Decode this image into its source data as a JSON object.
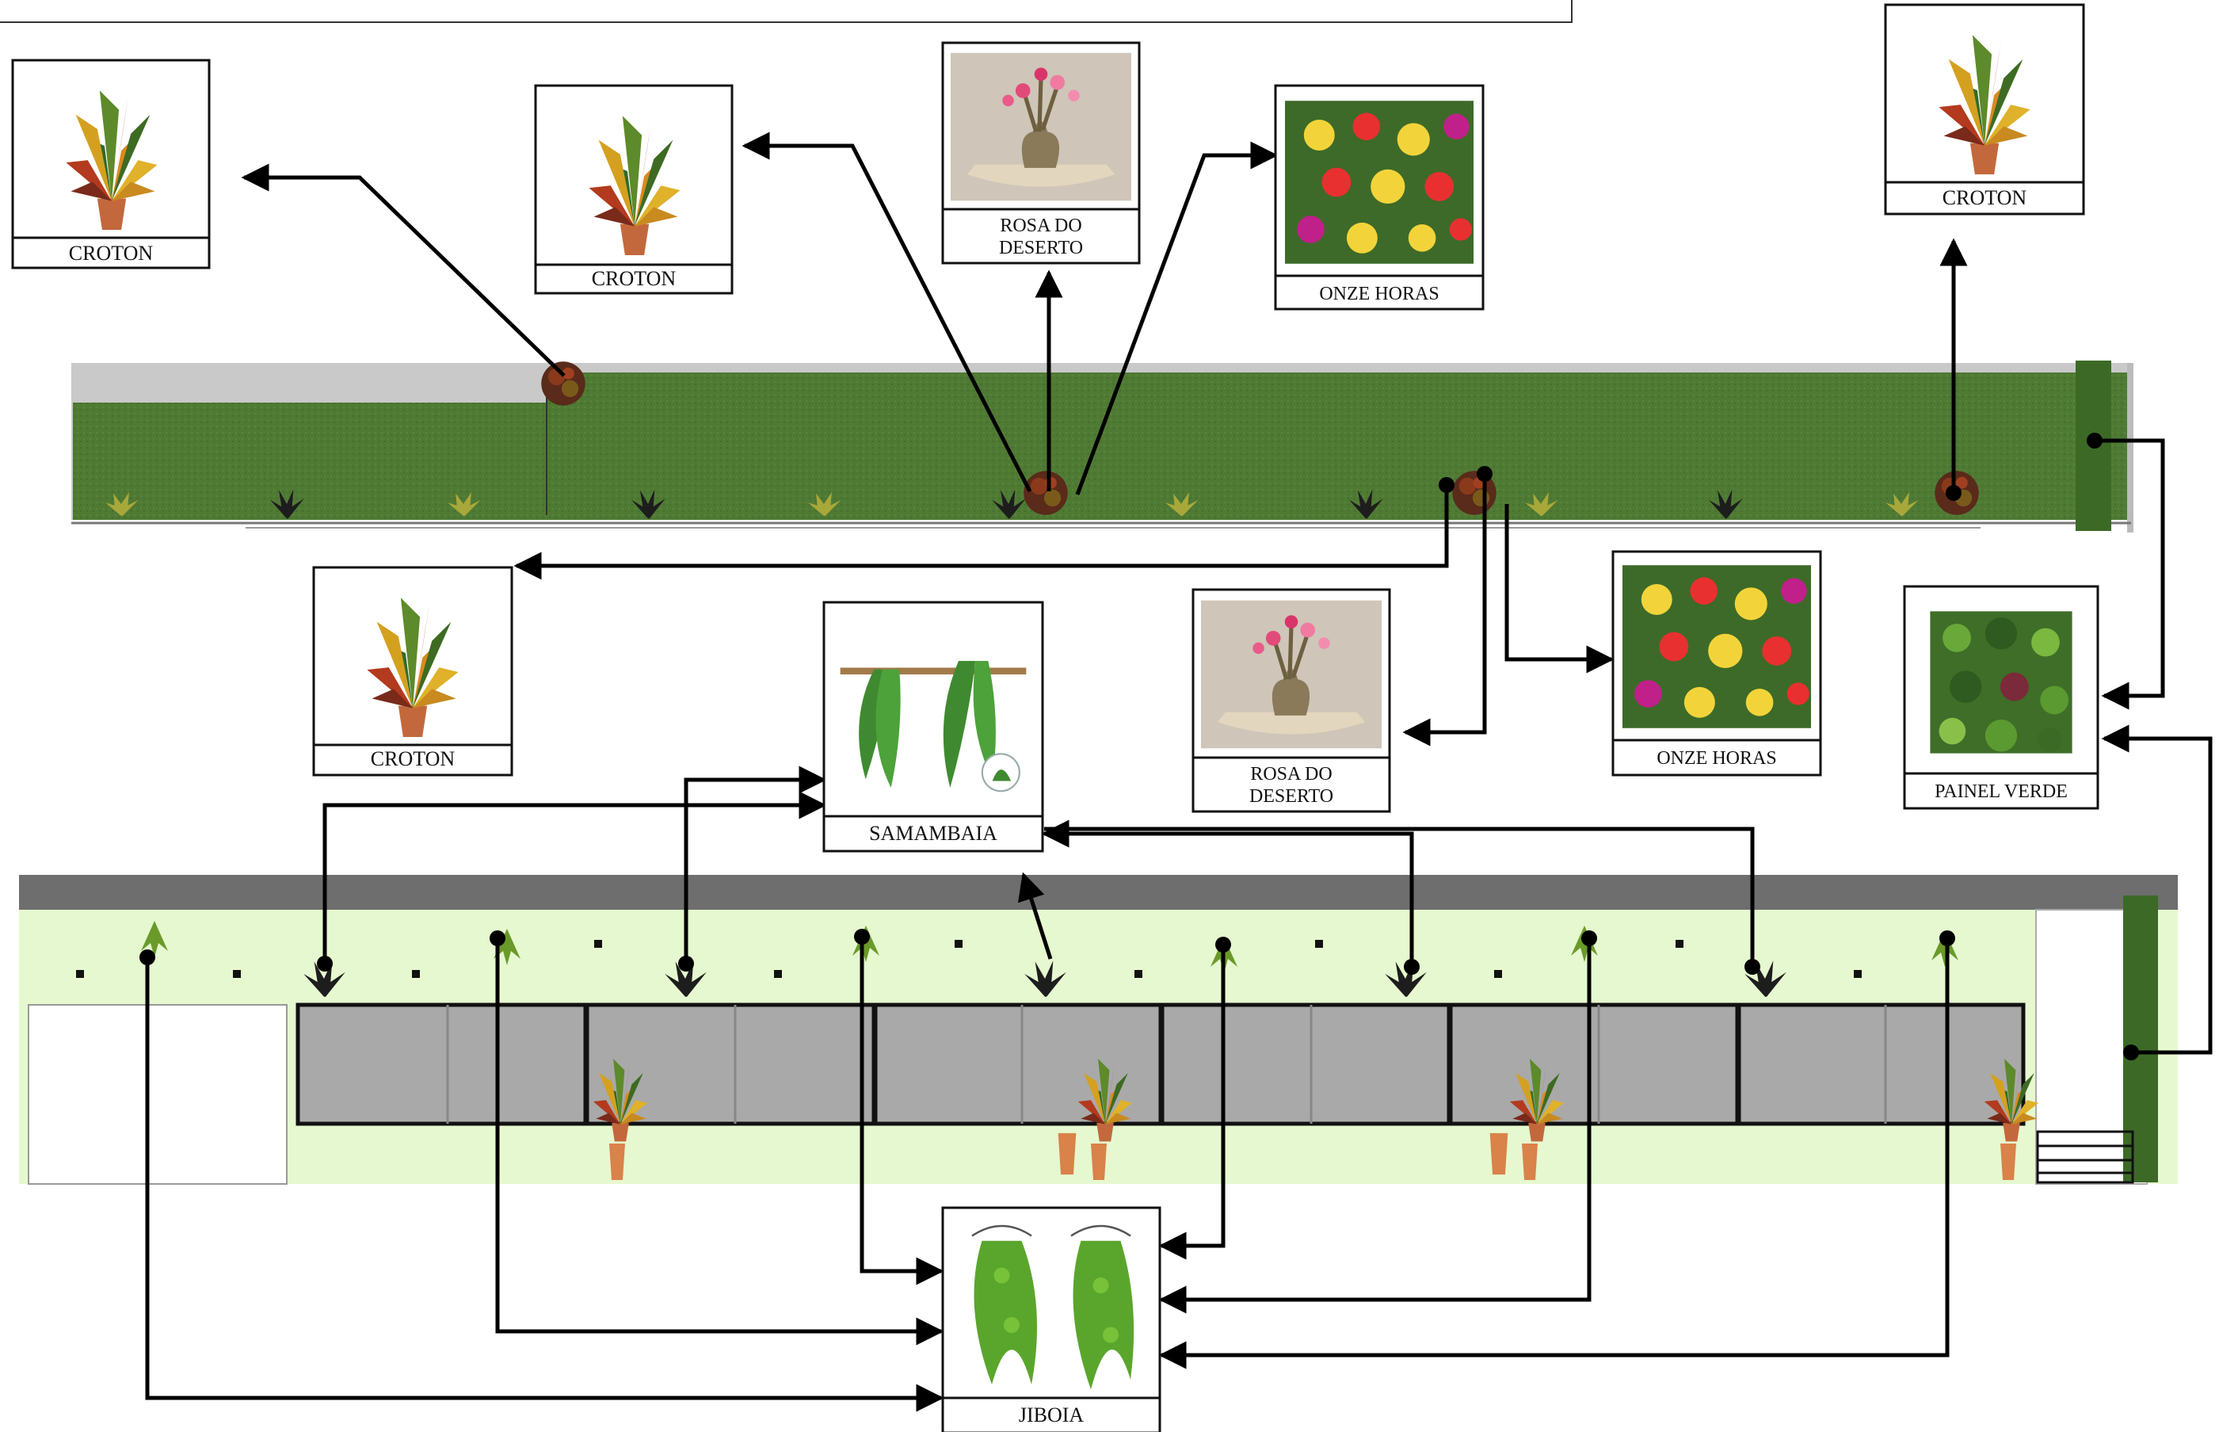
{
  "labels": {
    "croton": "CROTON",
    "rosa_line1": "ROSA DO",
    "rosa_line2": "DESERTO",
    "onze_horas": "ONZE HORAS",
    "samambaia": "SAMAMBAIA",
    "painel_verde": "PAINEL VERDE",
    "jiboia": "JIBOIA"
  },
  "colors": {
    "lawn_green": "#4f7a34",
    "facade_green": "#e6f8cf",
    "window_gray": "#a9a9a9",
    "roof_gray": "#6e6e6e",
    "arrow": "#000000"
  }
}
